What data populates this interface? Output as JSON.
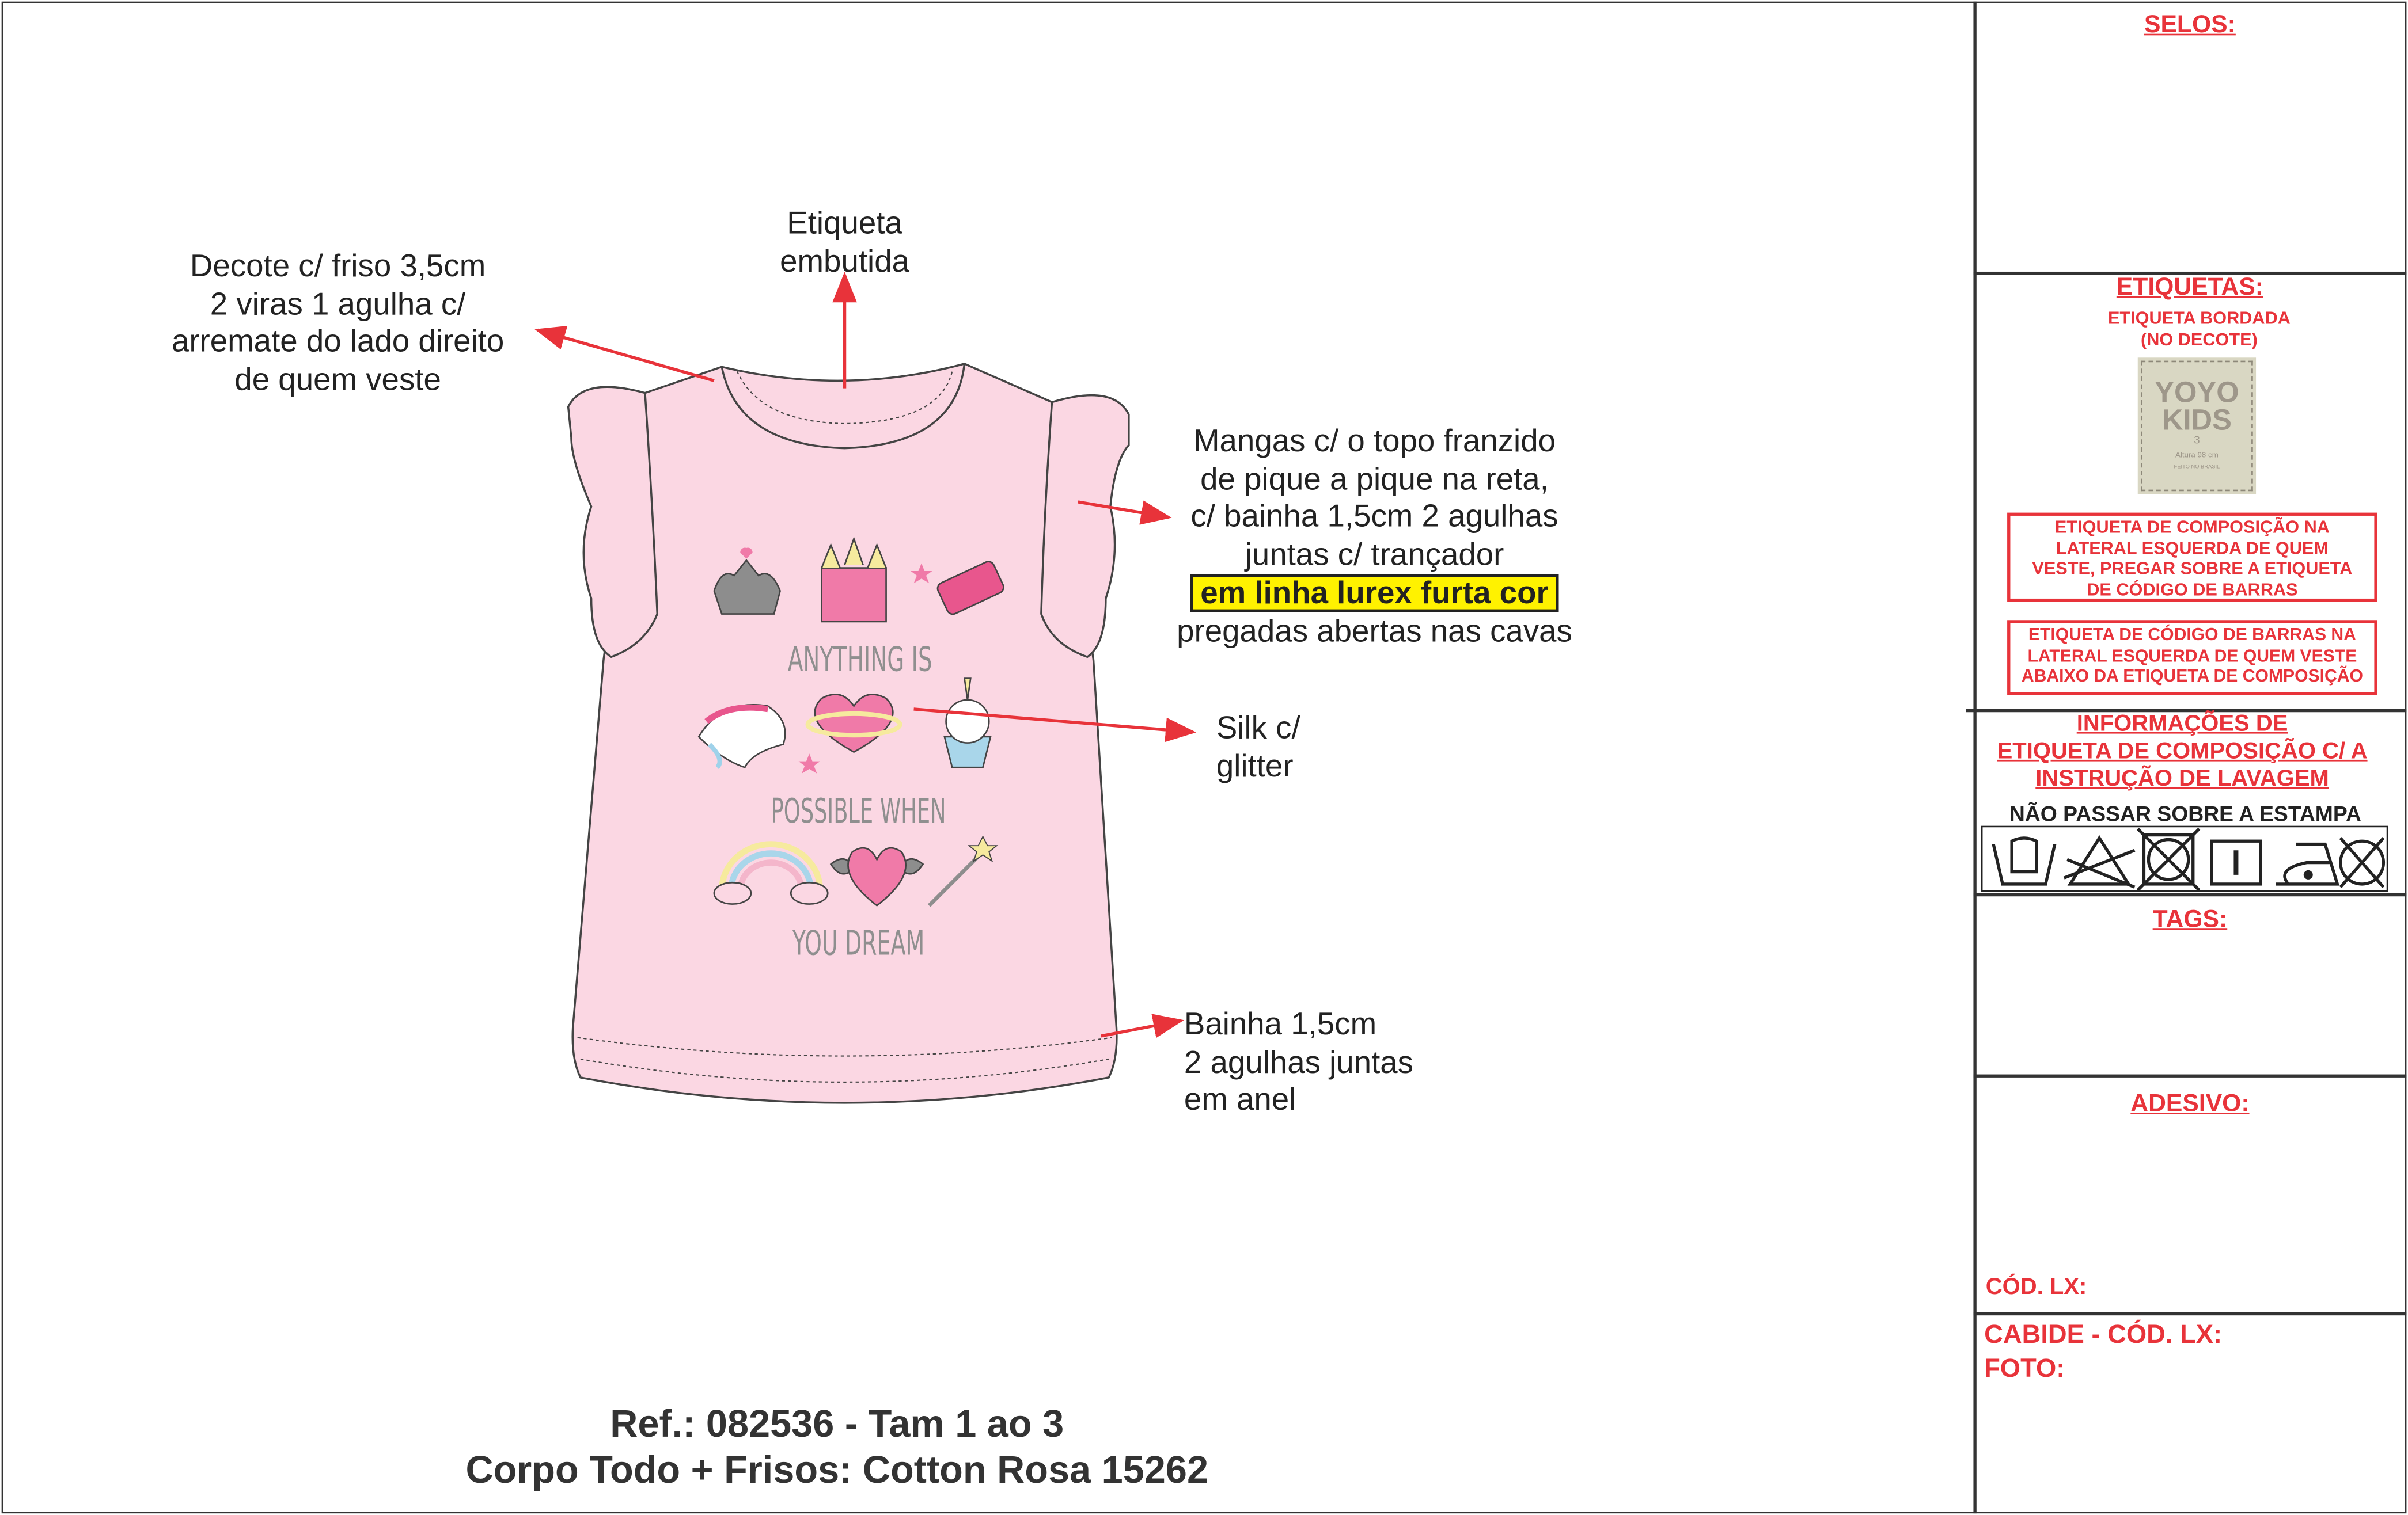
{
  "annotations": {
    "decote": [
      "Decote c/ friso 3,5cm",
      "2 viras 1 agulha c/",
      "arremate do lado direito",
      "de quem veste"
    ],
    "etiqueta": [
      "Etiqueta",
      "embutida"
    ],
    "mangas": [
      "Mangas c/ o topo franzido",
      "de pique a pique na reta,",
      "c/ bainha 1,5cm 2 agulhas",
      "juntas c/ trançador"
    ],
    "mangas_highlight": "em linha lurex furta cor",
    "mangas_last": "pregadas abertas nas cavas",
    "silk": [
      "Silk c/",
      "glitter"
    ],
    "bainha": [
      "Bainha 1,5cm",
      "2 agulhas juntas",
      "em anel"
    ]
  },
  "print_text": [
    "ANYTHING IS",
    "POSSIBLE WHEN",
    "YOU DREAM"
  ],
  "reference": {
    "line1": "Ref.: 082536 - Tam 1 ao 3",
    "line2": "Corpo Todo + Frisos: Cotton Rosa 15262"
  },
  "panel": {
    "selos": "SELOS:",
    "etiquetas": "ETIQUETAS:",
    "etiqueta_bordada": [
      "ETIQUETA BORDADA",
      "(NO DECOTE)"
    ],
    "label": {
      "brand1": "YOYO",
      "brand2": "KIDS",
      "size": "3",
      "height": "Altura 98 cm",
      "origin": "FEITO NO BRASIL"
    },
    "box_composicao": "ETIQUETA DE COMPOSIÇÃO NA LATERAL ESQUERDA DE QUEM VESTE, PREGAR SOBRE A ETIQUETA DE CÓDIGO DE BARRAS",
    "box_barras": "ETIQUETA DE CÓDIGO DE BARRAS NA LATERAL ESQUERDA DE QUEM VESTE ABAIXO DA ETIQUETA DE COMPOSIÇÃO",
    "informacoes": [
      "INFORMAÇÕES DE",
      "ETIQUETA DE COMPOSIÇÃO C/ A",
      "INSTRUÇÃO DE LAVAGEM"
    ],
    "nao_passar": "NÃO PASSAR SOBRE A ESTAMPA",
    "care_icons": [
      "hand-wash-icon",
      "no-bleach-icon",
      "no-tumble-dry-icon",
      "line-dry-icon",
      "iron-low-icon",
      "no-dry-clean-icon"
    ],
    "tags": "TAGS:",
    "adesivo": "ADESIVO:",
    "cod_lx": "CÓD. LX:",
    "cabide": "CABIDE - CÓD. LX:",
    "foto": "FOTO:"
  },
  "colors": {
    "red": "#e8333a",
    "shirt": "#fbd7e3",
    "highlight": "#fff200"
  }
}
